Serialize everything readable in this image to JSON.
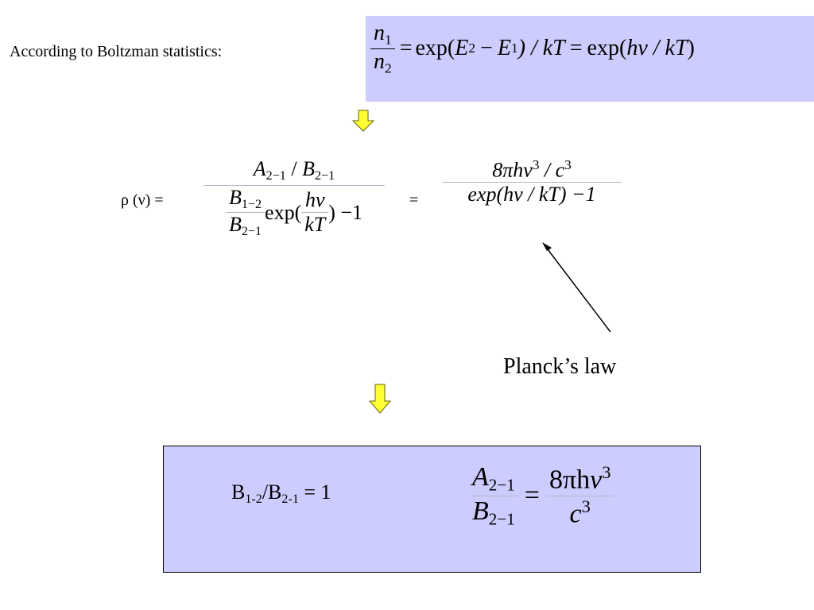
{
  "intro": {
    "text": "According to Boltzman statistics:"
  },
  "boltzmann": {
    "n": "n",
    "sub1": "1",
    "sub2": "2",
    "eq": "=",
    "exp": "exp(",
    "E": "E",
    "minus": "−",
    "close_kT": ") / kT",
    "exp2": "exp(",
    "hnu_kT": "hν / kT",
    "close": ")"
  },
  "rho_eq": {
    "lhs": "ρ (ν) =",
    "A": "A",
    "A_sub": "2−1",
    "slash": "/",
    "B": "B",
    "B_sub": "2−1",
    "B12_sub": "1−2",
    "B21_sub": "2−1",
    "exp": "exp(",
    "h_nu": "hν",
    "kT": "kT",
    "close_minus1": ") −1",
    "equals": "=",
    "planck_num_8pi": "8πh",
    "nu": "ν",
    "cube": "3",
    "slash_c": "/ c",
    "planck_den": "exp(hν / kT) −1"
  },
  "annotation": {
    "planck_label": "Planck’s law"
  },
  "result": {
    "B_left": "B",
    "sub_12": "1-2",
    "slash_B": "/B",
    "sub_21": "2-1",
    "eq_one": "= 1",
    "A": "A",
    "A_sub": "2−1",
    "B": "B",
    "B_sub": "2−1",
    "eq": "=",
    "num": "8πh",
    "nu": "ν",
    "cube": "3",
    "c": "c",
    "c_cube": "3"
  },
  "colors": {
    "box_fill": "#ccccfe",
    "arrow_fill": "#ffff33",
    "arrow_stroke": "#666600"
  },
  "icons": {
    "down_arrow_1": "down-arrow-icon",
    "down_arrow_2": "down-arrow-icon"
  }
}
